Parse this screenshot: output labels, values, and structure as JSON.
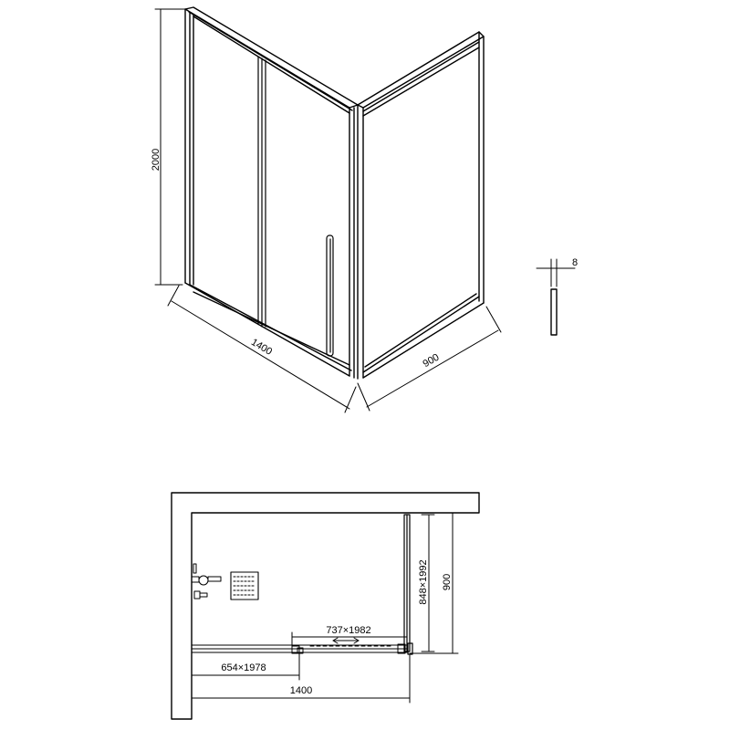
{
  "isometric_view": {
    "height": "2000",
    "width_long": "1400",
    "width_short": "900",
    "glass_thickness": "8"
  },
  "plan_view": {
    "fixed_panel": "654×1978",
    "door_panel": "737×1982",
    "side_panel": "848×1992",
    "total_width": "1400",
    "depth": "900"
  },
  "colors": {
    "line": "#000000",
    "wall": "#ffffff"
  }
}
